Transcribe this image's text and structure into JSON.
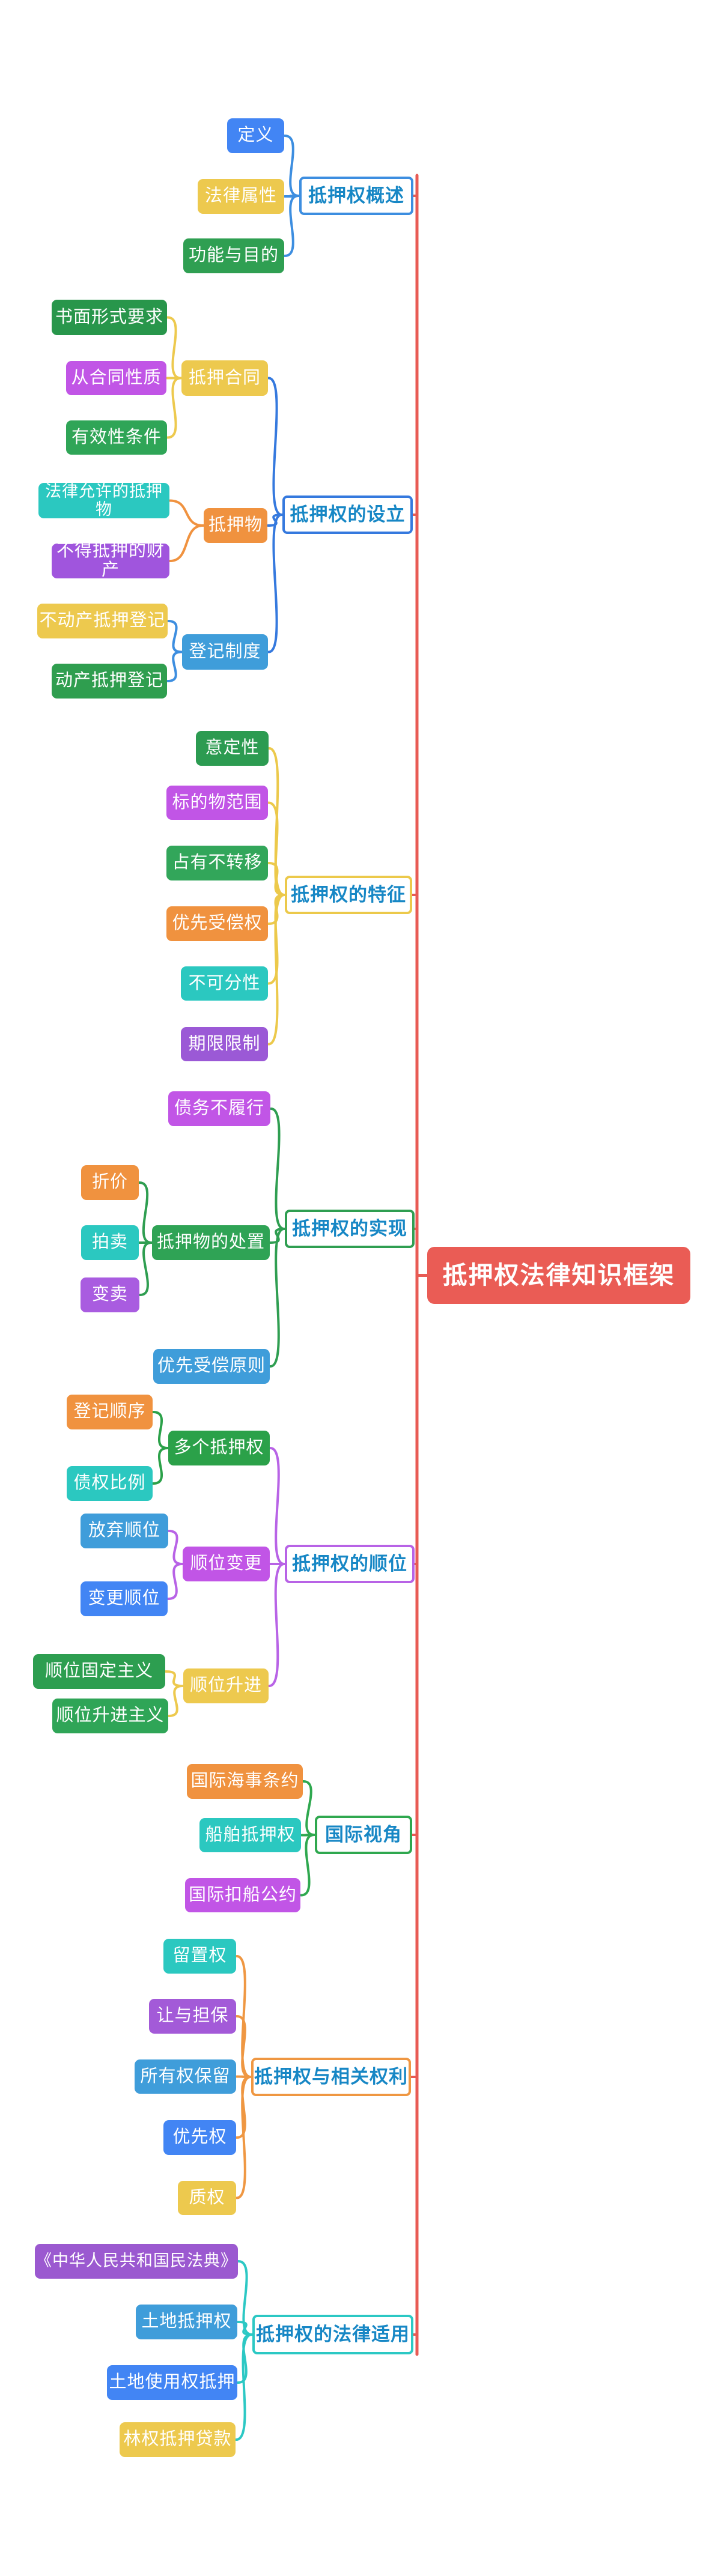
{
  "title": "抵押权法律知识框架",
  "root": {
    "id": "root",
    "label": "抵押权法律知识框架",
    "fill": "#ea5c55",
    "text_color": "#ffffff"
  },
  "spine_color": "#e85b54",
  "branch_text_color": "#1787c5",
  "branch_bg": "#ffffff",
  "branches": [
    {
      "id": "b1",
      "label": "抵押权概述",
      "color": "#3d8ee0",
      "children": [
        {
          "id": "b1c1",
          "label": "定义",
          "fill": "#4285f4"
        },
        {
          "id": "b1c2",
          "label": "法律属性",
          "fill": "#edc94e"
        },
        {
          "id": "b1c3",
          "label": "功能与目的",
          "fill": "#2f9f52"
        }
      ]
    },
    {
      "id": "b2",
      "label": "抵押权的设立",
      "color": "#3579de",
      "children": [
        {
          "id": "b2c1",
          "label": "抵押合同",
          "fill": "#edc94e",
          "connector_color": "#edc94e",
          "children": [
            {
              "id": "b2c1a",
              "label": "书面形式要求",
              "fill": "#28964b"
            },
            {
              "id": "b2c1b",
              "label": "从合同性质",
              "fill": "#c155e6"
            },
            {
              "id": "b2c1c",
              "label": "有效性条件",
              "fill": "#2fa557"
            }
          ]
        },
        {
          "id": "b2c2",
          "label": "抵押物",
          "fill": "#f0923f",
          "connector_color": "#f0923f",
          "children": [
            {
              "id": "b2c2a",
              "label": "法律允许的抵押物",
              "fill": "#2bc8c0"
            },
            {
              "id": "b2c2b",
              "label": "不得抵押的财产",
              "fill": "#a055dd"
            }
          ]
        },
        {
          "id": "b2c3",
          "label": "登记制度",
          "fill": "#3f9dda",
          "connector_color": "#3d8ee0",
          "children": [
            {
              "id": "b2c3a",
              "label": "不动产抵押登记",
              "fill": "#edc94e"
            },
            {
              "id": "b2c3b",
              "label": "动产抵押登记",
              "fill": "#2f9e4f"
            }
          ]
        }
      ]
    },
    {
      "id": "b3",
      "label": "抵押权的特征",
      "color": "#ecc94b",
      "children": [
        {
          "id": "b3c1",
          "label": "意定性",
          "fill": "#2c9b51"
        },
        {
          "id": "b3c2",
          "label": "标的物范围",
          "fill": "#c155e6"
        },
        {
          "id": "b3c3",
          "label": "占有不转移",
          "fill": "#32a65a"
        },
        {
          "id": "b3c4",
          "label": "优先受偿权",
          "fill": "#f0923f"
        },
        {
          "id": "b3c5",
          "label": "不可分性",
          "fill": "#2bc8c0"
        },
        {
          "id": "b3c6",
          "label": "期限限制",
          "fill": "#9b59d6"
        }
      ]
    },
    {
      "id": "b4",
      "label": "抵押权的实现",
      "color": "#2f9e51",
      "children": [
        {
          "id": "b4c1",
          "label": "债务不履行",
          "fill": "#c155e6"
        },
        {
          "id": "b4c2",
          "label": "抵押物的处置",
          "fill": "#2fa355",
          "connector_color": "#2f9e51",
          "children": [
            {
              "id": "b4c2a",
              "label": "折价",
              "fill": "#f0923f"
            },
            {
              "id": "b4c2b",
              "label": "拍卖",
              "fill": "#2bc8c0"
            },
            {
              "id": "b4c2c",
              "label": "变卖",
              "fill": "#a95ce0"
            }
          ]
        },
        {
          "id": "b4c3",
          "label": "优先受偿原则",
          "fill": "#3f9dda"
        }
      ]
    },
    {
      "id": "b5",
      "label": "抵押权的顺位",
      "color": "#b863e6",
      "children": [
        {
          "id": "b5c1",
          "label": "多个抵押权",
          "fill": "#2ba149",
          "connector_color": "#2ba149",
          "children": [
            {
              "id": "b5c1a",
              "label": "登记顺序",
              "fill": "#f0923f"
            },
            {
              "id": "b5c1b",
              "label": "债权比例",
              "fill": "#2bc8c0"
            }
          ]
        },
        {
          "id": "b5c2",
          "label": "顺位变更",
          "fill": "#c155e6",
          "connector_color": "#b863e6",
          "children": [
            {
              "id": "b5c2a",
              "label": "放弃顺位",
              "fill": "#3f9dda"
            },
            {
              "id": "b5c2b",
              "label": "变更顺位",
              "fill": "#4285f4"
            }
          ]
        },
        {
          "id": "b5c3",
          "label": "顺位升进",
          "fill": "#edc94e",
          "connector_color": "#edc94e",
          "children": [
            {
              "id": "b5c3a",
              "label": "顺位固定主义",
              "fill": "#2d9e50"
            },
            {
              "id": "b5c3b",
              "label": "顺位升进主义",
              "fill": "#2fa557"
            }
          ]
        }
      ]
    },
    {
      "id": "b6",
      "label": "国际视角",
      "color": "#2fa84f",
      "children": [
        {
          "id": "b6c1",
          "label": "国际海事条约",
          "fill": "#f0923f"
        },
        {
          "id": "b6c2",
          "label": "船舶抵押权",
          "fill": "#2bc8c0"
        },
        {
          "id": "b6c3",
          "label": "国际扣船公约",
          "fill": "#c155e6"
        }
      ]
    },
    {
      "id": "b7",
      "label": "抵押权与相关权利",
      "color": "#ef9742",
      "children": [
        {
          "id": "b7c1",
          "label": "留置权",
          "fill": "#2bc8c0"
        },
        {
          "id": "b7c2",
          "label": "让与担保",
          "fill": "#a35ad8"
        },
        {
          "id": "b7c3",
          "label": "所有权保留",
          "fill": "#3f9dda"
        },
        {
          "id": "b7c4",
          "label": "优先权",
          "fill": "#4285f4"
        },
        {
          "id": "b7c5",
          "label": "质权",
          "fill": "#edc94e"
        }
      ]
    },
    {
      "id": "b8",
      "label": "抵押权的法律适用",
      "color": "#2cc8c4",
      "children": [
        {
          "id": "b8c1",
          "label": "《中华人民共和国民法典》",
          "fill": "#9b59d0"
        },
        {
          "id": "b8c2",
          "label": "土地抵押权",
          "fill": "#3f9dda"
        },
        {
          "id": "b8c3",
          "label": "土地使用权抵押",
          "fill": "#4285f4"
        },
        {
          "id": "b8c4",
          "label": "林权抵押贷款",
          "fill": "#edc94e"
        }
      ]
    }
  ]
}
